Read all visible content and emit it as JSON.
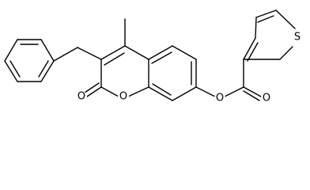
{
  "molecule": {
    "atom_labels": {
      "ring_oxygen": "O",
      "carbonyl_oxygen": "O",
      "ester_oxygen": "O",
      "ester_carbonyl_oxygen": "O",
      "thiophene_sulfur": "S"
    }
  },
  "colors": {
    "bond": "#000000",
    "background": "#ffffff"
  }
}
